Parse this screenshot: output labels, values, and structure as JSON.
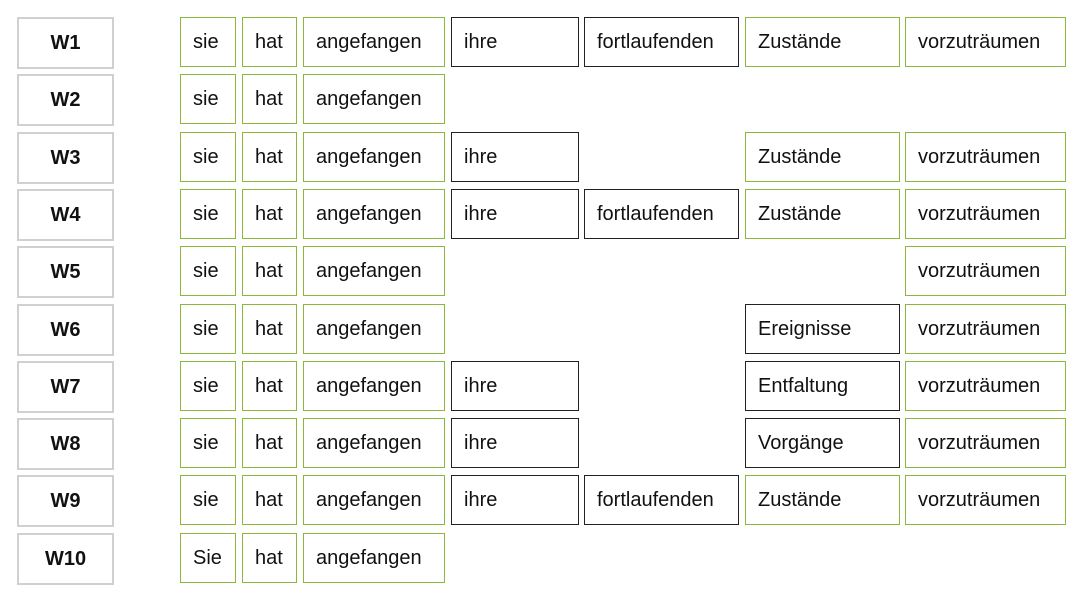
{
  "colors": {
    "match_border": "#8ab83a",
    "variant_border": "#222222",
    "label_border": "#d0d0d0"
  },
  "rows": [
    {
      "label": "W1",
      "cells": [
        {
          "col": 0,
          "text": "sie",
          "style": "green"
        },
        {
          "col": 1,
          "text": "hat",
          "style": "green"
        },
        {
          "col": 2,
          "text": "angefangen",
          "style": "green"
        },
        {
          "col": 3,
          "text": "ihre",
          "style": "black"
        },
        {
          "col": 4,
          "text": "fortlaufenden",
          "style": "black"
        },
        {
          "col": 5,
          "text": "Zustände",
          "style": "green"
        },
        {
          "col": 6,
          "text": "vorzuträumen",
          "style": "green"
        }
      ]
    },
    {
      "label": "W2",
      "cells": [
        {
          "col": 0,
          "text": "sie",
          "style": "green"
        },
        {
          "col": 1,
          "text": "hat",
          "style": "green"
        },
        {
          "col": 2,
          "text": "angefangen",
          "style": "green"
        }
      ]
    },
    {
      "label": "W3",
      "cells": [
        {
          "col": 0,
          "text": "sie",
          "style": "green"
        },
        {
          "col": 1,
          "text": "hat",
          "style": "green"
        },
        {
          "col": 2,
          "text": "angefangen",
          "style": "green"
        },
        {
          "col": 3,
          "text": "ihre",
          "style": "black"
        },
        {
          "col": 5,
          "text": "Zustände",
          "style": "green"
        },
        {
          "col": 6,
          "text": "vorzuträumen",
          "style": "green"
        }
      ]
    },
    {
      "label": "W4",
      "cells": [
        {
          "col": 0,
          "text": "sie",
          "style": "green"
        },
        {
          "col": 1,
          "text": "hat",
          "style": "green"
        },
        {
          "col": 2,
          "text": "angefangen",
          "style": "green"
        },
        {
          "col": 3,
          "text": "ihre",
          "style": "black"
        },
        {
          "col": 4,
          "text": "fortlaufenden",
          "style": "black"
        },
        {
          "col": 5,
          "text": "Zustände",
          "style": "green"
        },
        {
          "col": 6,
          "text": "vorzuträumen",
          "style": "green"
        }
      ]
    },
    {
      "label": "W5",
      "cells": [
        {
          "col": 0,
          "text": "sie",
          "style": "green"
        },
        {
          "col": 1,
          "text": "hat",
          "style": "green"
        },
        {
          "col": 2,
          "text": "angefangen",
          "style": "green"
        },
        {
          "col": 6,
          "text": "vorzuträumen",
          "style": "green"
        }
      ]
    },
    {
      "label": "W6",
      "cells": [
        {
          "col": 0,
          "text": "sie",
          "style": "green"
        },
        {
          "col": 1,
          "text": "hat",
          "style": "green"
        },
        {
          "col": 2,
          "text": "angefangen",
          "style": "green"
        },
        {
          "col": 5,
          "text": "Ereignisse",
          "style": "black"
        },
        {
          "col": 6,
          "text": "vorzuträumen",
          "style": "green"
        }
      ]
    },
    {
      "label": "W7",
      "cells": [
        {
          "col": 0,
          "text": "sie",
          "style": "green"
        },
        {
          "col": 1,
          "text": "hat",
          "style": "green"
        },
        {
          "col": 2,
          "text": "angefangen",
          "style": "green"
        },
        {
          "col": 3,
          "text": "ihre",
          "style": "black"
        },
        {
          "col": 5,
          "text": "Entfaltung",
          "style": "black"
        },
        {
          "col": 6,
          "text": "vorzuträumen",
          "style": "green"
        }
      ]
    },
    {
      "label": "W8",
      "cells": [
        {
          "col": 0,
          "text": "sie",
          "style": "green"
        },
        {
          "col": 1,
          "text": "hat",
          "style": "green"
        },
        {
          "col": 2,
          "text": "angefangen",
          "style": "green"
        },
        {
          "col": 3,
          "text": "ihre",
          "style": "black"
        },
        {
          "col": 5,
          "text": "Vorgänge",
          "style": "black"
        },
        {
          "col": 6,
          "text": "vorzuträumen",
          "style": "green"
        }
      ]
    },
    {
      "label": "W9",
      "cells": [
        {
          "col": 0,
          "text": "sie",
          "style": "green"
        },
        {
          "col": 1,
          "text": "hat",
          "style": "green"
        },
        {
          "col": 2,
          "text": "angefangen",
          "style": "green"
        },
        {
          "col": 3,
          "text": "ihre",
          "style": "black"
        },
        {
          "col": 4,
          "text": "fortlaufenden",
          "style": "black"
        },
        {
          "col": 5,
          "text": "Zustände",
          "style": "green"
        },
        {
          "col": 6,
          "text": "vorzuträumen",
          "style": "green"
        }
      ]
    },
    {
      "label": "W10",
      "cells": [
        {
          "col": 0,
          "text": "Sie",
          "style": "green"
        },
        {
          "col": 1,
          "text": "hat",
          "style": "green"
        },
        {
          "col": 2,
          "text": "angefangen",
          "style": "green"
        }
      ]
    }
  ]
}
